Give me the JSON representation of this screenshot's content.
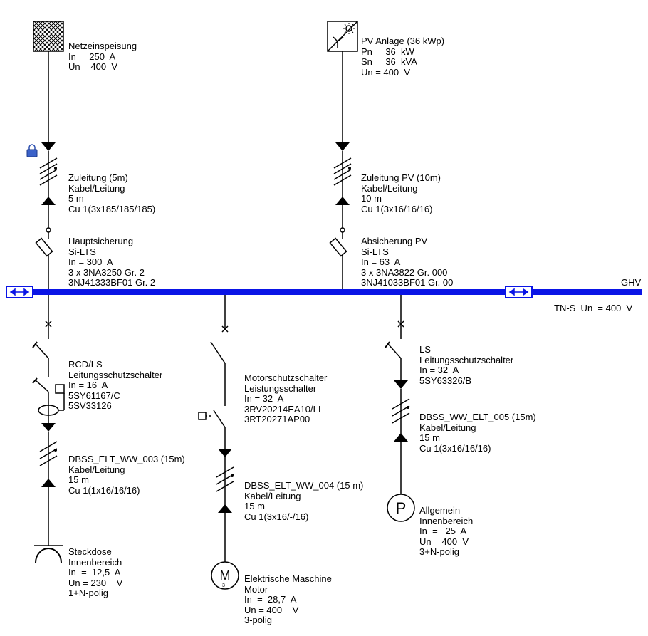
{
  "busbar": {
    "name": "GHV",
    "system": "TN-S  Un  = 400  V",
    "color": "#0a14e6"
  },
  "labels": {
    "grid_feed": [
      "Netzeinspeisung",
      "In  = 250  A",
      "Un = 400  V"
    ],
    "pv_system": [
      "PV Anlage (36 kWp)",
      "Pn =  36  kW",
      "Sn =  36  kVA",
      "Un = 400  V"
    ],
    "cable_main": [
      "Zuleitung (5m)",
      "Kabel/Leitung",
      "5 m",
      "Cu 1(3x185/185/185)"
    ],
    "cable_pv": [
      "Zuleitung PV (10m)",
      "Kabel/Leitung",
      "10 m",
      "Cu 1(3x16/16/16)"
    ],
    "fuse_main": [
      "Hauptsicherung",
      "Si-LTS",
      "In = 300  A",
      "3 x 3NA3250 Gr. 2",
      "3NJ41333BF01 Gr. 2"
    ],
    "fuse_pv": [
      "Absicherung PV",
      "Si-LTS",
      "In = 63  A",
      "3 x 3NA3822 Gr. 000",
      "3NJ41033BF01 Gr. 00"
    ],
    "rcd": [
      "RCD/LS",
      "Leitungsschutzschalter",
      "In = 16  A",
      "5SY61167/C",
      "5SV33126"
    ],
    "motor_breaker": [
      "Motorschutzschalter",
      "Leistungsschalter",
      "In = 32  A",
      "3RV20214EA10/LI",
      "3RT20271AP00"
    ],
    "ls": [
      "LS",
      "Leitungsschutzschalter",
      "In = 32  A",
      "5SY63326/B"
    ],
    "cable_003": [
      "DBSS_ELT_WW_003 (15m)",
      "Kabel/Leitung",
      "15 m",
      "Cu 1(1x16/16/16)"
    ],
    "cable_004": [
      "DBSS_ELT_WW_004 (15 m)",
      "Kabel/Leitung",
      "15 m",
      "Cu 1(3x16/-/16)"
    ],
    "cable_005": [
      "DBSS_WW_ELT_005 (15m)",
      "Kabel/Leitung",
      "15 m",
      "Cu 1(3x16/16/16)"
    ],
    "socket": [
      "Steckdose",
      "Innenbereich",
      "In  =  12,5  A",
      "Un = 230    V",
      "1+N-polig"
    ],
    "motor": [
      "Elektrische Maschine",
      "Motor",
      "In  =  28,7  A",
      "Un = 400    V",
      "3-polig"
    ],
    "general_load": [
      "Allgemein",
      "Innenbereich",
      "In  =   25  A",
      "Un = 400  V",
      "3+N-polig"
    ]
  },
  "symbols": {
    "motor_letter": "M",
    "motor_sub": "3~",
    "load_letter": "P"
  },
  "icons": [
    "grid-feed-icon",
    "pv-inverter-icon",
    "lock-icon",
    "bus-coupler-icon",
    "fuse-icon",
    "breaker-icon",
    "cable-icon",
    "motor-icon",
    "socket-icon",
    "load-icon"
  ]
}
